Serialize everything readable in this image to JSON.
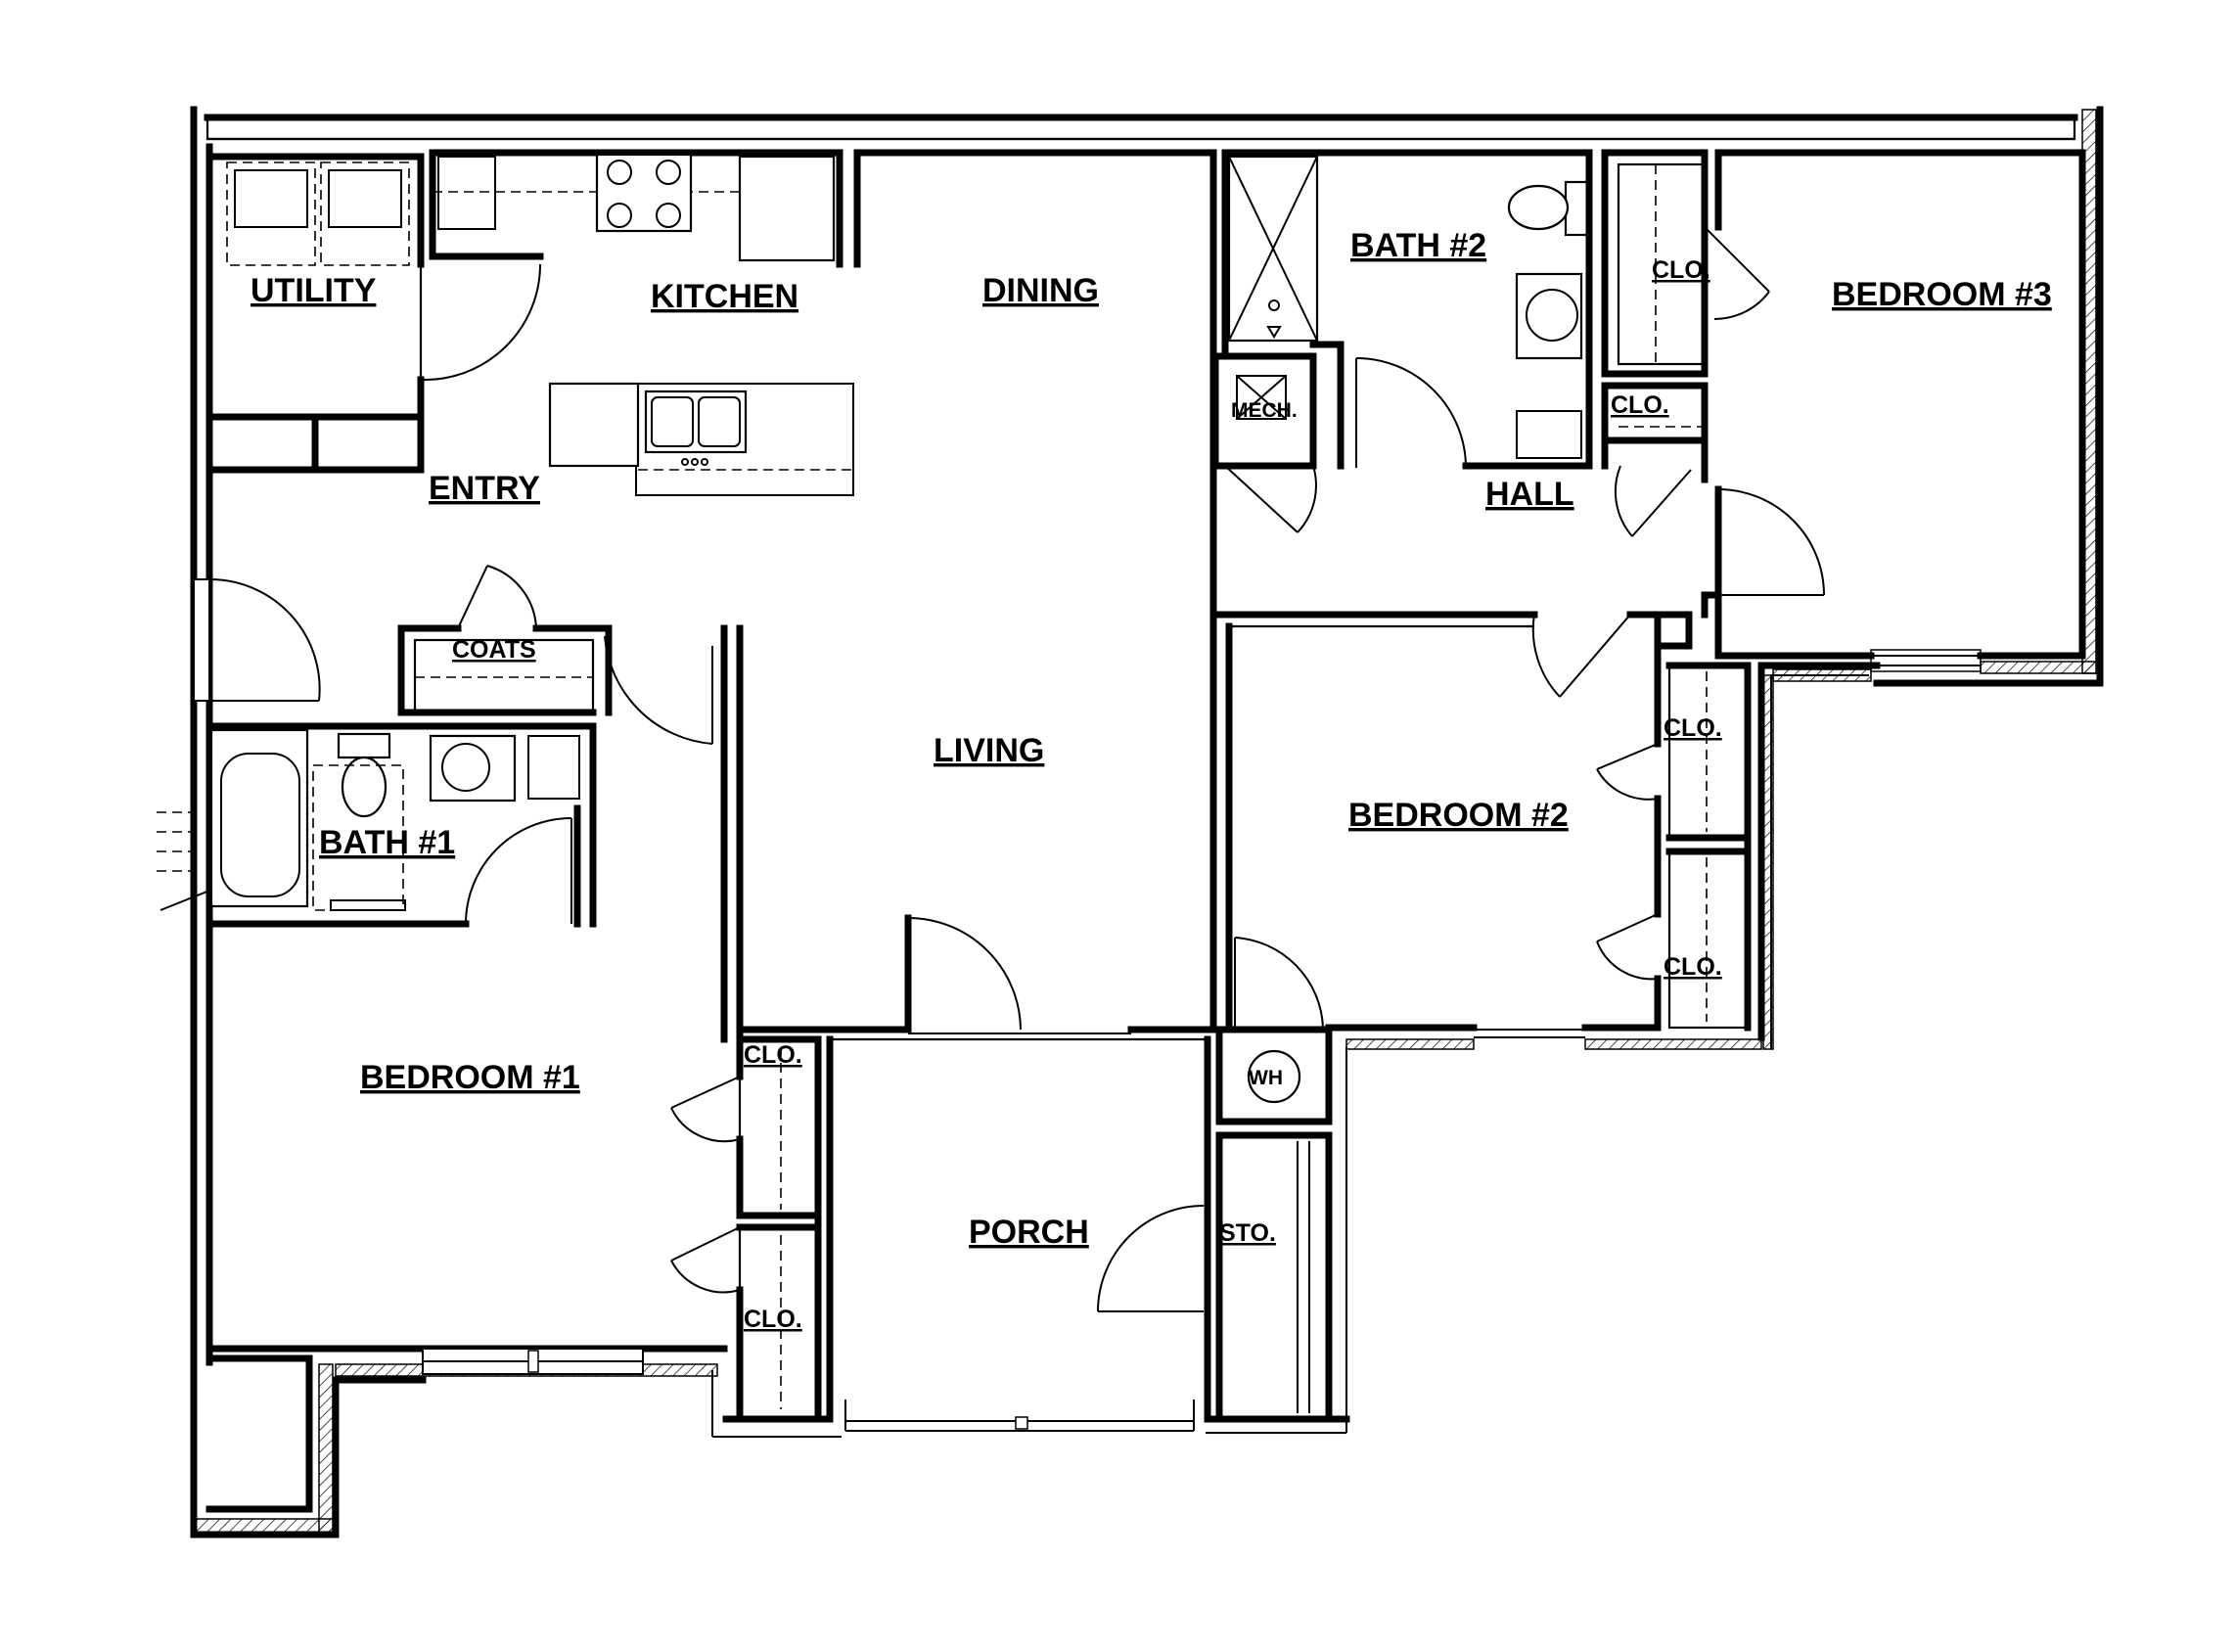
{
  "rooms": {
    "utility": "UTILITY",
    "kitchen": "KITCHEN",
    "dining": "DINING",
    "entry": "ENTRY",
    "coats": "COATS",
    "bath1": "BATH #1",
    "living": "LIVING",
    "bedroom1": "BEDROOM #1",
    "closet_b1_top": "CLO.",
    "closet_b1_bottom": "CLO.",
    "porch": "PORCH",
    "storage": "STO.",
    "water_heater": "WH",
    "bath2": "BATH #2",
    "mech": "MECH.",
    "hall": "HALL",
    "closet_hall": "CLO.",
    "closet_b3": "CLO.",
    "bedroom3": "BEDROOM #3",
    "bedroom2": "BEDROOM #2",
    "closet_b2_top": "CLO.",
    "closet_b2_bottom": "CLO."
  }
}
